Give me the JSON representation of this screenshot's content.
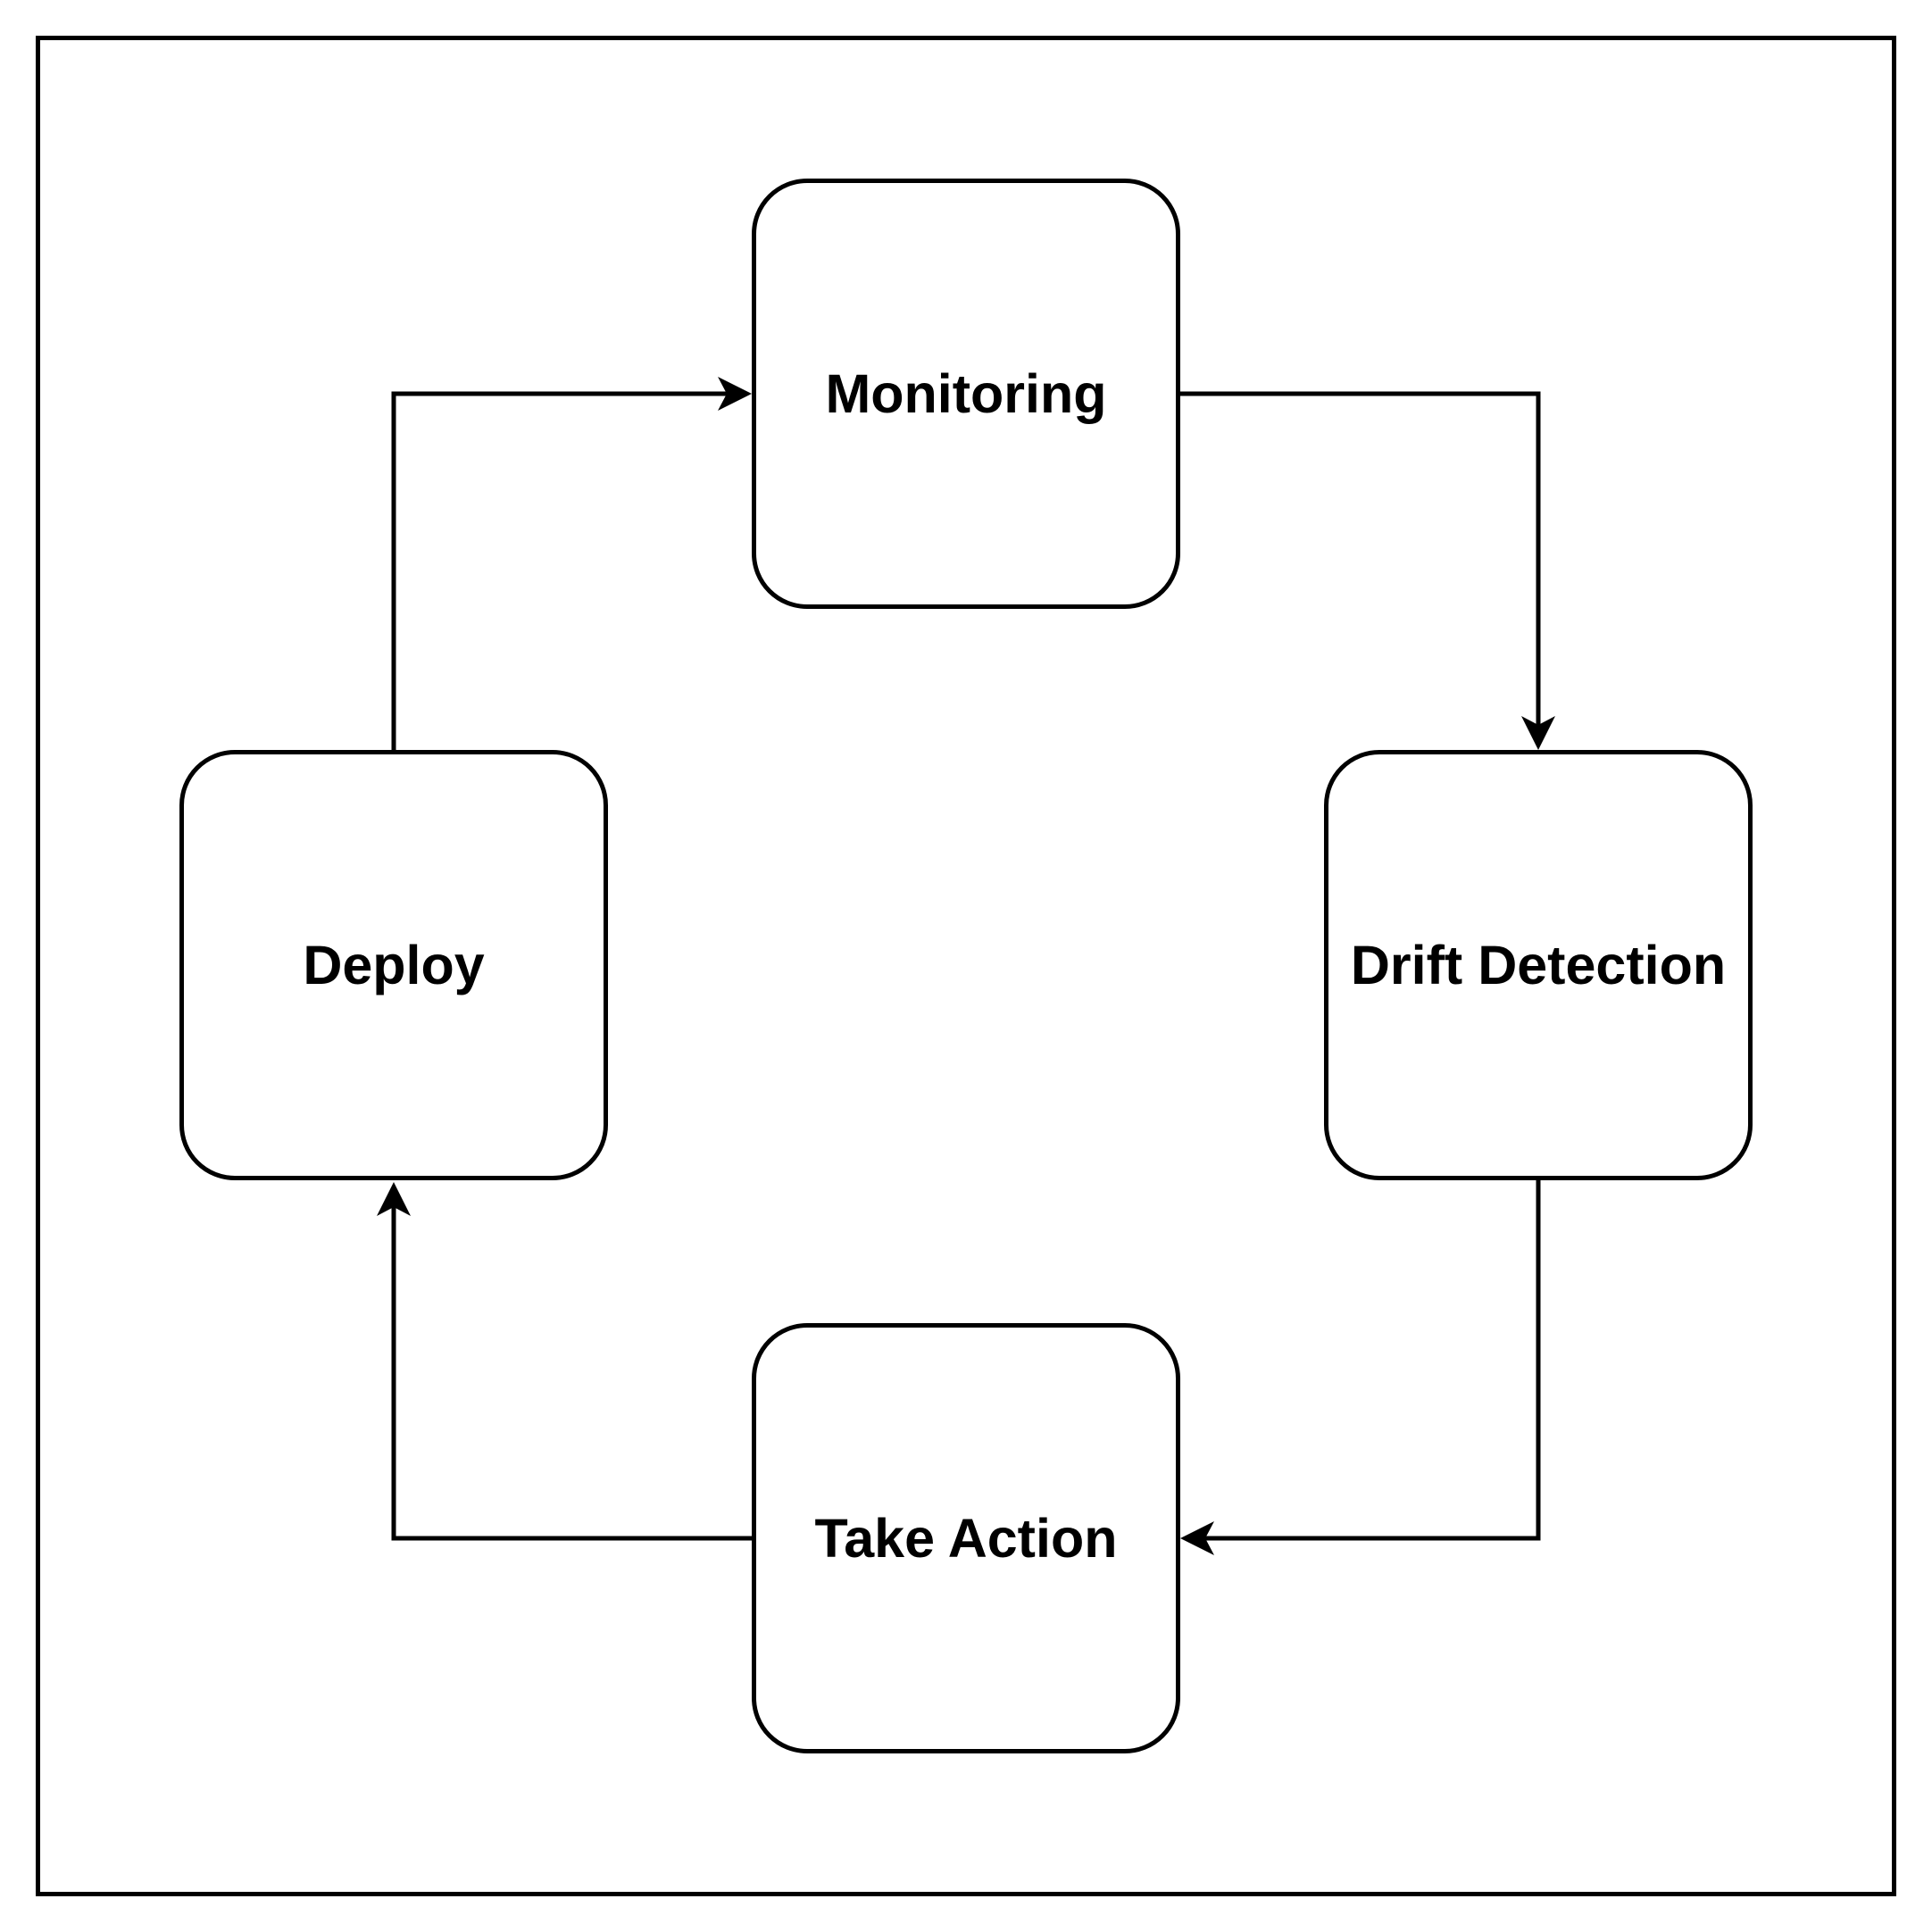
{
  "colors": {
    "background": "#ffffff",
    "stroke": "#000000",
    "text": "#000000",
    "node_fill": "#ffffff"
  },
  "diagram": {
    "type": "cyclic-flowchart",
    "nodes": [
      {
        "id": "monitoring",
        "label": "Monitoring"
      },
      {
        "id": "drift-detection",
        "label": "Drift Detection"
      },
      {
        "id": "take-action",
        "label": "Take Action"
      },
      {
        "id": "deploy",
        "label": "Deploy"
      }
    ],
    "edges": [
      {
        "from": "monitoring",
        "to": "drift-detection"
      },
      {
        "from": "drift-detection",
        "to": "take-action"
      },
      {
        "from": "take-action",
        "to": "deploy"
      },
      {
        "from": "deploy",
        "to": "monitoring"
      }
    ]
  }
}
